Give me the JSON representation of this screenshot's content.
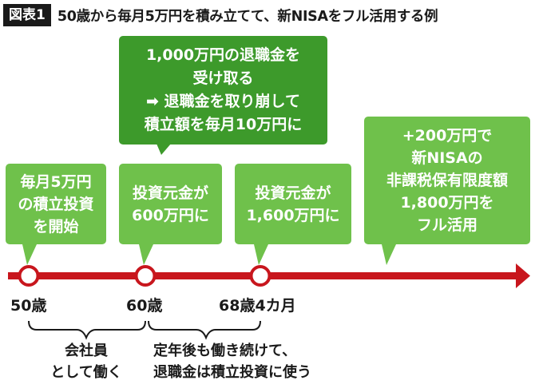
{
  "header": {
    "label": "図表1",
    "title": "50歳から毎月5万円を積み立てて、新NISAをフル活用する例"
  },
  "callouts": {
    "start": [
      "毎月5万円",
      "の積立投資",
      "を開始"
    ],
    "retire": [
      "1,000万円の退職金を",
      "受け取る",
      "➡ 退職金を取り崩して",
      "積立額を毎月10万円に"
    ],
    "at60": [
      "投資元金が",
      "600万円に"
    ],
    "at68": [
      "投資元金が",
      "1,600万円に"
    ],
    "final": [
      "+200万円で",
      "新NISAの",
      "非課税保有限度額",
      "1,800万円を",
      "フル活用"
    ]
  },
  "ages": {
    "a50": "50歳",
    "a60": "60歳",
    "a68": "68歳4カ月"
  },
  "periods": {
    "employee": [
      "会社員",
      "として働く"
    ],
    "after": [
      "定年後も働き続けて、",
      "退職金は積立投資に使う"
    ]
  },
  "colors": {
    "light_green": "#6fc14b",
    "dark_green": "#3d9a2b",
    "timeline_red": "#c8161d"
  }
}
